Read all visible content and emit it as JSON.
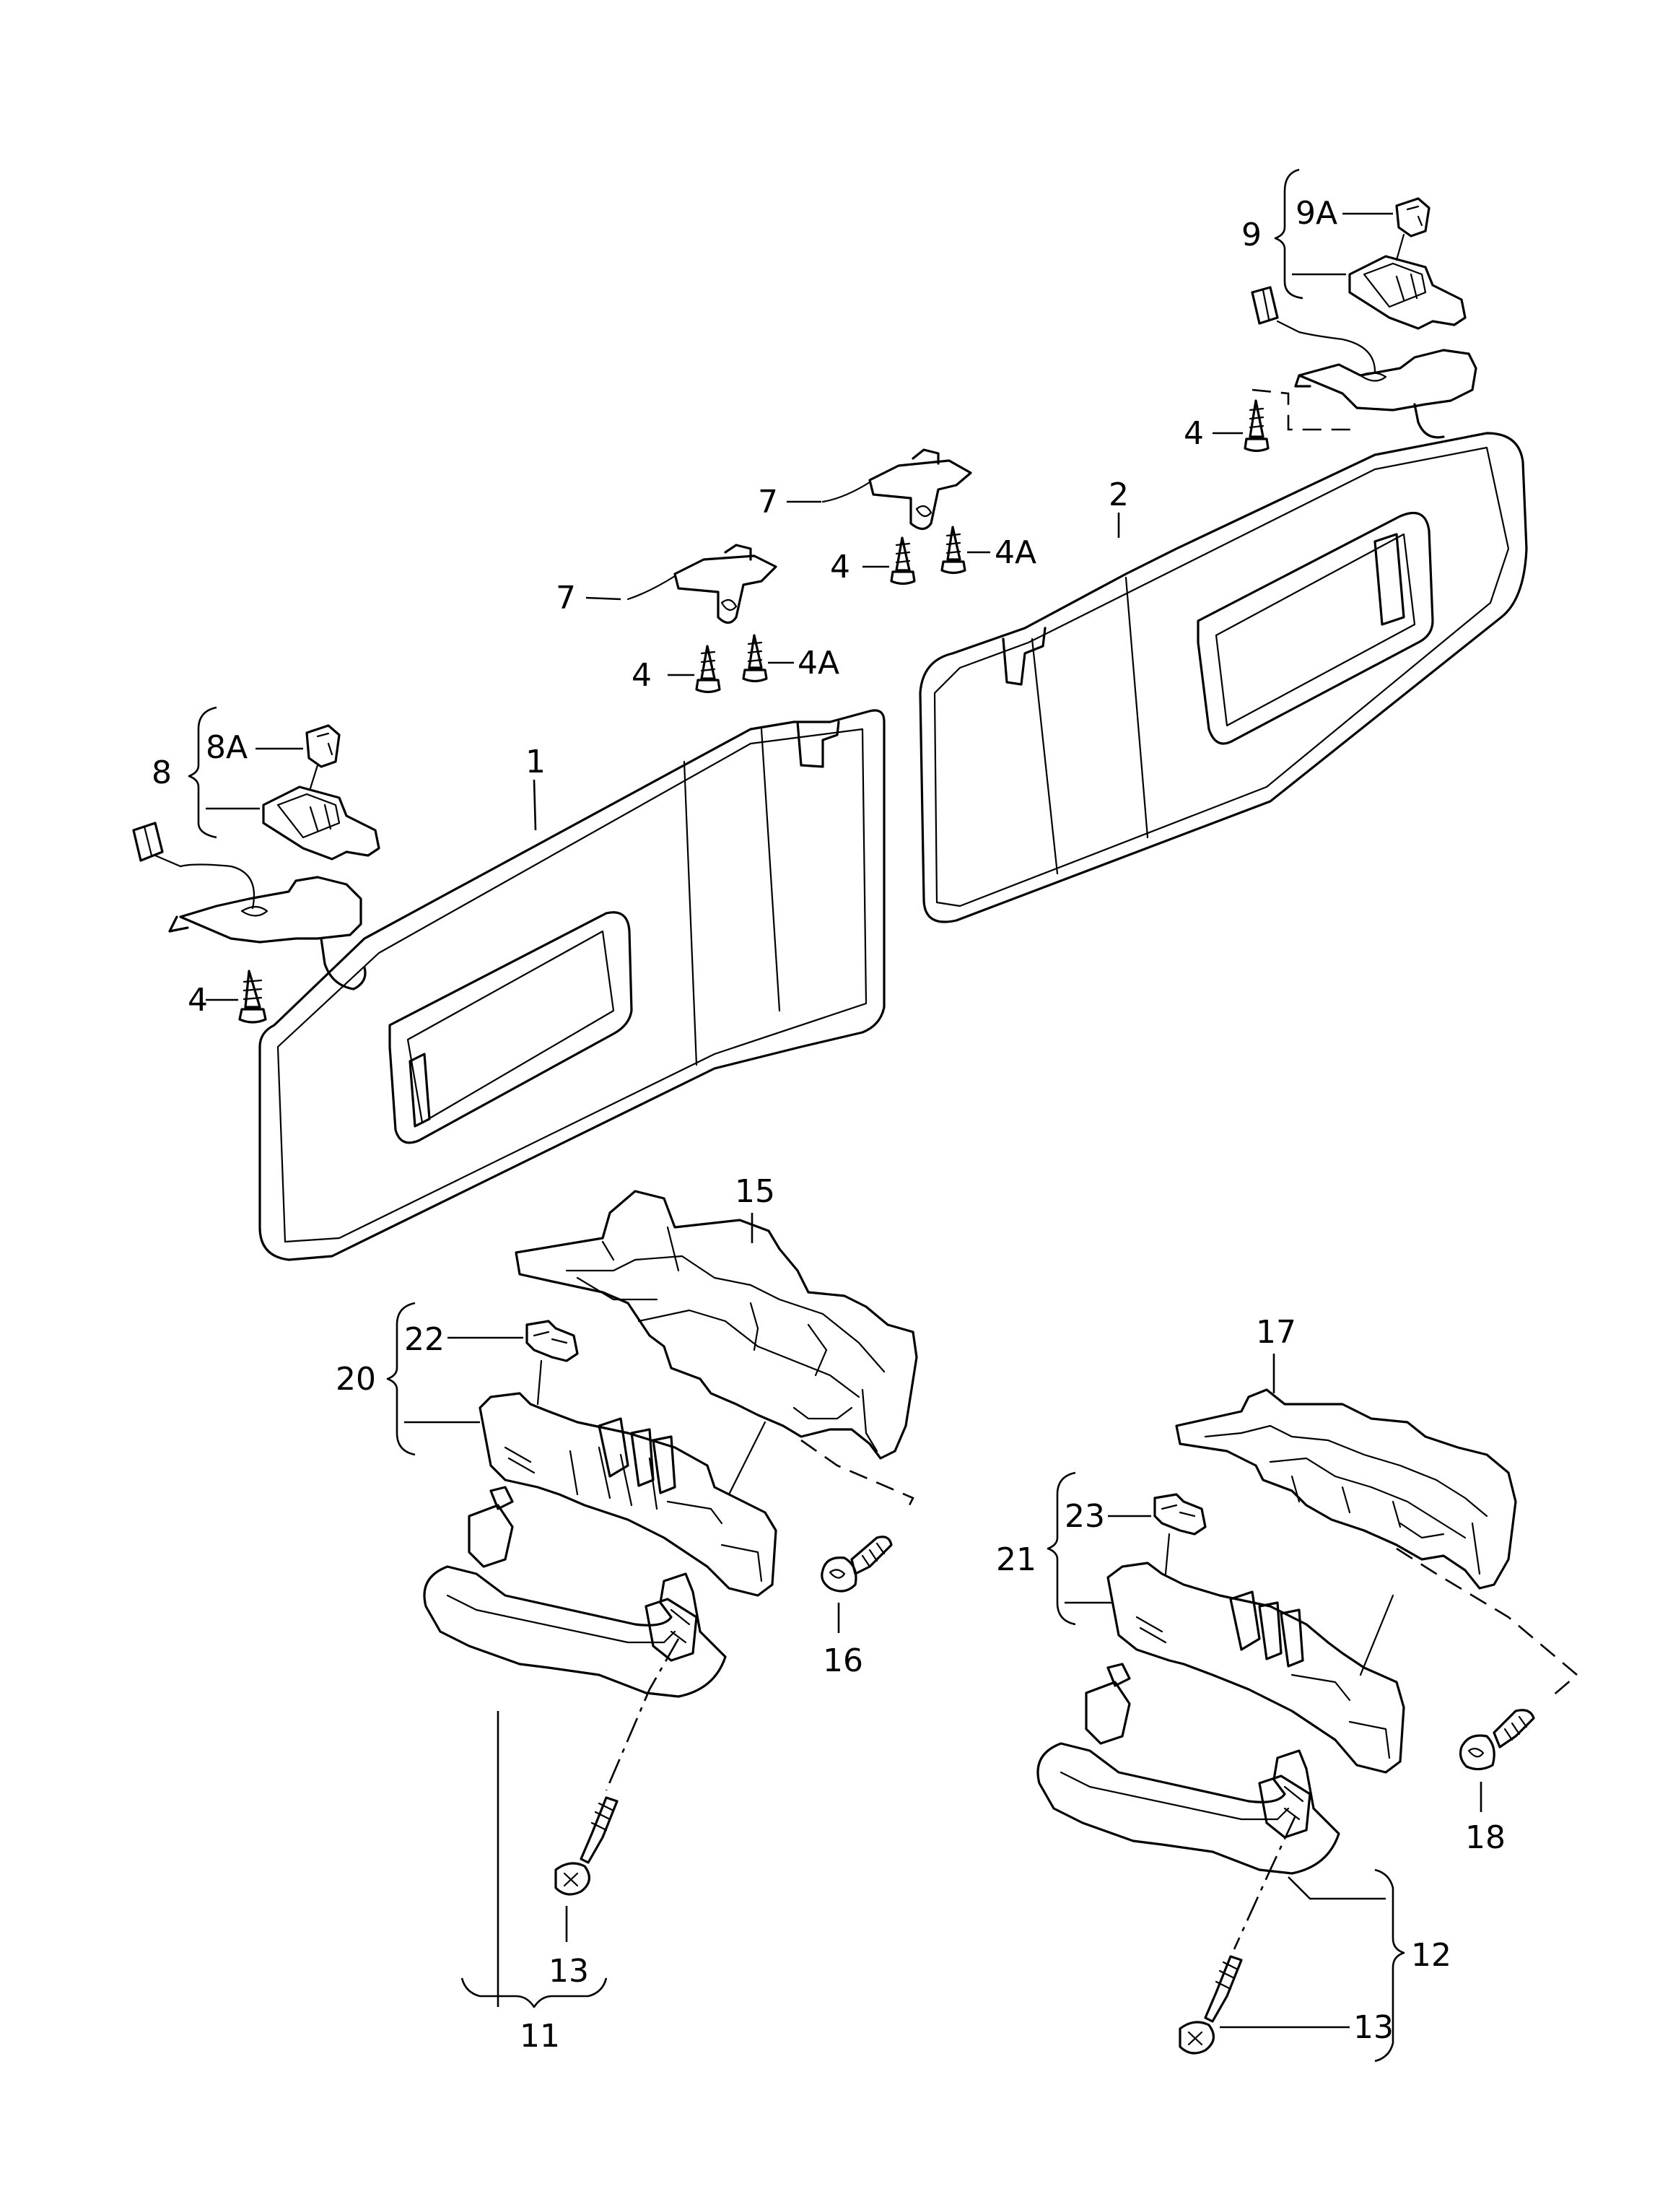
{
  "callouts": {
    "c1": "1",
    "c2": "2",
    "c4_left": "4",
    "c4_mid1": "4",
    "c4a_mid1": "4A",
    "c4_mid2": "4",
    "c4a_mid2": "4A",
    "c4_right": "4",
    "c7_a": "7",
    "c7_b": "7",
    "c8": "8",
    "c8a": "8A",
    "c9": "9",
    "c9a": "9A",
    "c11": "11",
    "c12": "12",
    "c13_left": "13",
    "c13_right": "13",
    "c15": "15",
    "c16": "16",
    "c17": "17",
    "c18": "18",
    "c20": "20",
    "c21": "21",
    "c22": "22",
    "c23": "23"
  },
  "icons": [
    "screw-icon",
    "sun-visor-icon",
    "grab-handle-icon",
    "bracket-icon",
    "connector-icon"
  ]
}
